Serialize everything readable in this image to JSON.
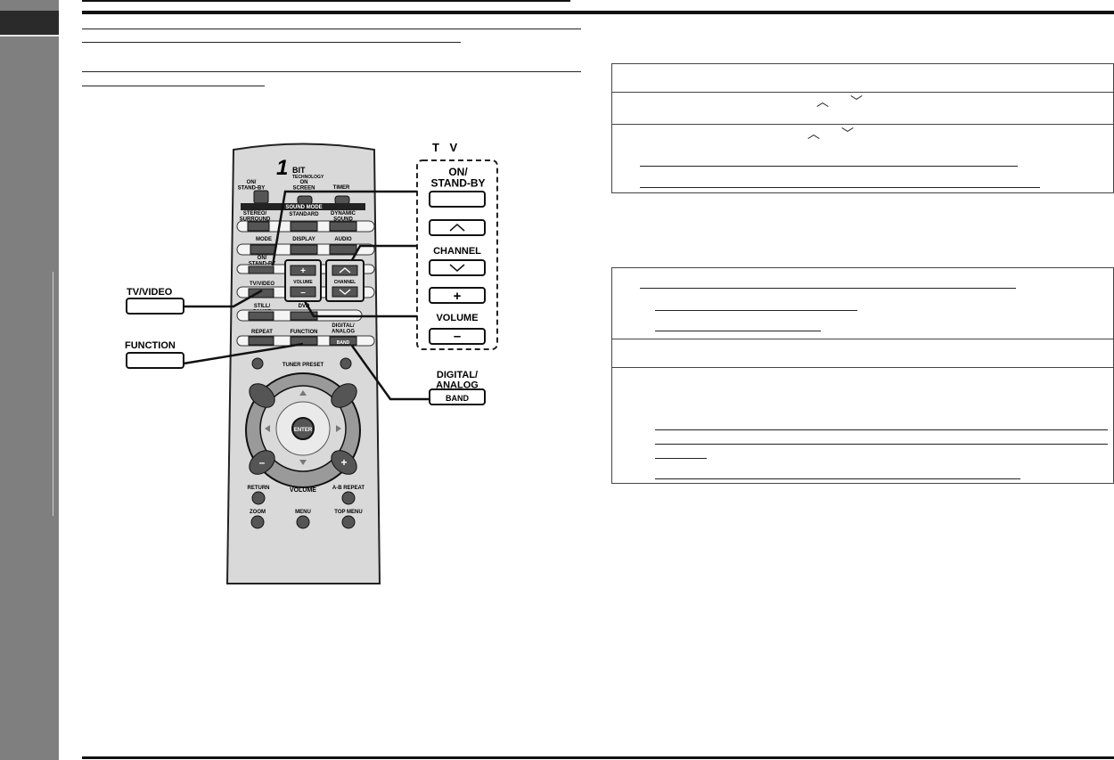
{
  "remote": {
    "logo_number": "1",
    "logo_word": "BIT",
    "logo_sub": "TECHNOLOGY",
    "buttons": {
      "on_standby": "ON/\nSTAND-BY",
      "on_screen": "ON\nSCREEN",
      "timer": "TIMER",
      "sound_mode": "SOUND MODE",
      "stereo_surround": "STEREO/\nSURROUND",
      "standard": "STANDARD",
      "dynamic_sound": "DYNAMIC\nSOUND",
      "mode": "MODE",
      "display": "DISPLAY",
      "audio": "AUDIO",
      "tv_on_standby": "ON/\nSTAND-BY",
      "tv_video": "TV/VIDEO",
      "volume": "VOLUME",
      "channel": "CHANNEL",
      "still_pause": "STILL/\nPAUSE",
      "dvd": "DVD",
      "repeat": "REPEAT",
      "function": "FUNCTION",
      "digital_analog": "DIGITAL/\nANALOG",
      "band": "BAND",
      "tuner_preset": "TUNER PRESET",
      "enter": "ENTER",
      "volume_ring": "VOLUME",
      "return": "RETURN",
      "ab_repeat": "A-B REPEAT",
      "zoom": "ZOOM",
      "menu": "MENU",
      "top_menu": "TOP MENU"
    }
  },
  "callouts": {
    "tv_title": "T V",
    "on_standby": "ON/\nSTAND-BY",
    "channel": "CHANNEL",
    "volume": "VOLUME",
    "tv_video": "TV/VIDEO",
    "function": "FUNCTION",
    "digital_analog": "DIGITAL/\nANALOG",
    "band": "BAND"
  }
}
